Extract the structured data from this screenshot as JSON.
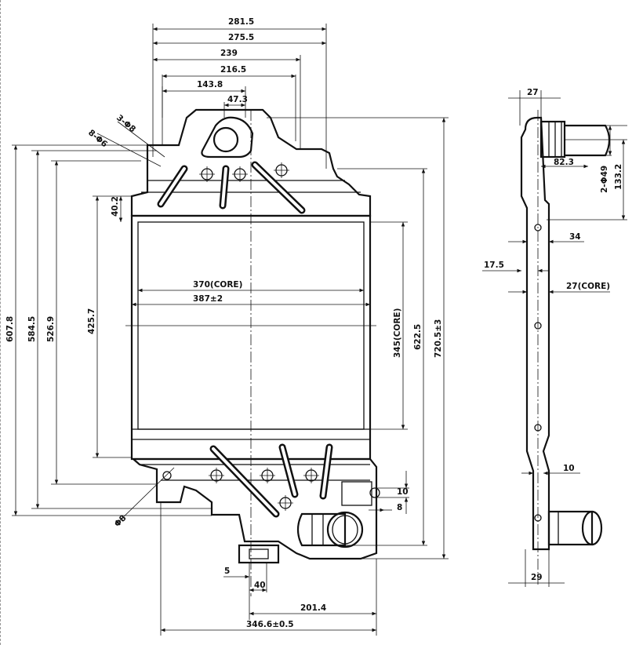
{
  "front_view": {
    "top_dims": [
      "281.5",
      "275.5",
      "239",
      "216.5",
      "143.8",
      "47.3"
    ],
    "hole_notes": [
      "8-Φ6",
      "3-Φ8"
    ],
    "left_dims": [
      "607.8",
      "584.5",
      "526.9",
      "425.7"
    ],
    "small_dim_top_left": "40.2",
    "core_width": "370(CORE)",
    "core_width_tol": "387±2",
    "right_dims": [
      "345(CORE)",
      "622.5",
      "720.5±3"
    ],
    "lower_right_small": [
      "10",
      "8"
    ],
    "lower_hole": "Φ8",
    "bottom_dims": [
      "5",
      "40",
      "201.4",
      "346.6±0.5"
    ]
  },
  "side_view": {
    "top_dim": "27",
    "dims": [
      "82.3",
      "2-Φ49",
      "133.2",
      "34",
      "17.5",
      "27(CORE)",
      "10",
      "29"
    ]
  }
}
